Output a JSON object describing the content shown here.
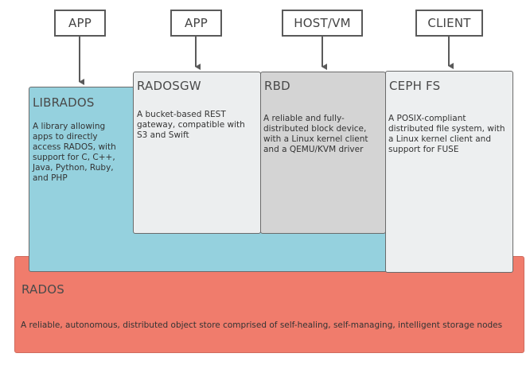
{
  "top_labels": {
    "app1": "APP",
    "app2": "APP",
    "host_vm": "HOST/VM",
    "client": "CLIENT"
  },
  "components": {
    "librados": {
      "title": "LIBRADOS",
      "description": "A library allowing apps to directly access RADOS, with support for C, C++, Java, Python, Ruby, and PHP"
    },
    "radosgw": {
      "title": "RADOSGW",
      "description": "A bucket-based REST gateway, compatible with S3 and Swift"
    },
    "rbd": {
      "title": "RBD",
      "description": "A reliable and fully-distributed block device, with a Linux kernel client and a QEMU/KVM driver"
    },
    "cephfs": {
      "title": "CEPH FS",
      "description": "A POSIX-compliant distributed file system, with a Linux kernel client and support for FUSE"
    },
    "rados": {
      "title": "RADOS",
      "description": "A reliable, autonomous, distributed object store comprised of self-healing, self-managing, intelligent storage nodes"
    }
  },
  "colors": {
    "librados": "#95d1de",
    "radosgw": "#eceeef",
    "rbd": "#d4d4d4",
    "cephfs": "#edeff0",
    "rados": "#f07c6c",
    "arrow": "#5a5a5a"
  }
}
